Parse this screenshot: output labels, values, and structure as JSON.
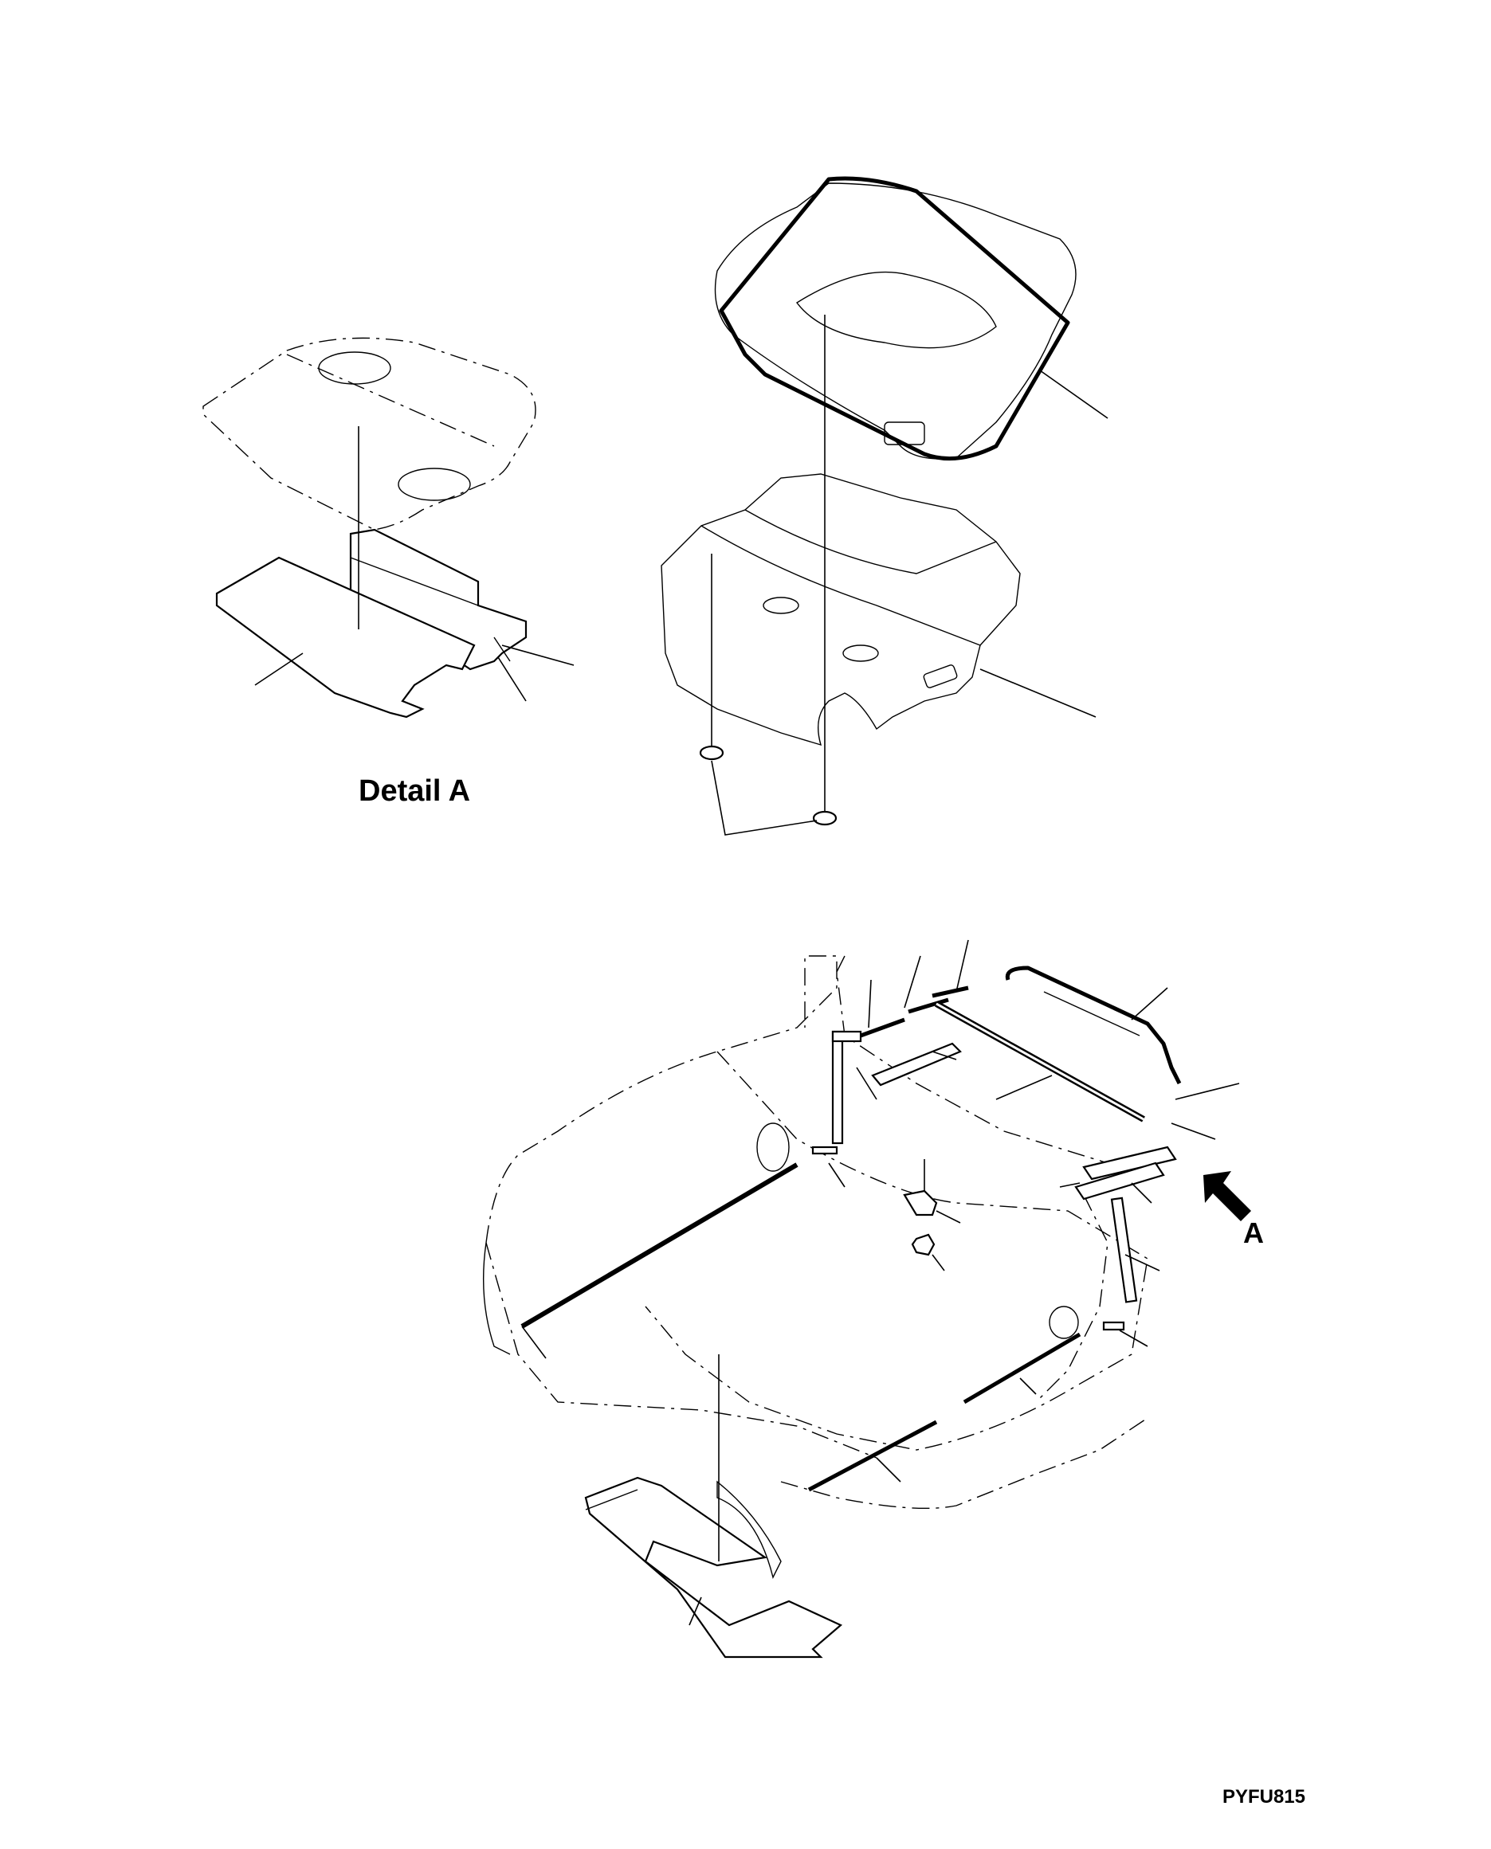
{
  "labels": {
    "detail_title": "Detail A",
    "view_arrow_letter": "A",
    "figure_code": "PYFU815"
  }
}
